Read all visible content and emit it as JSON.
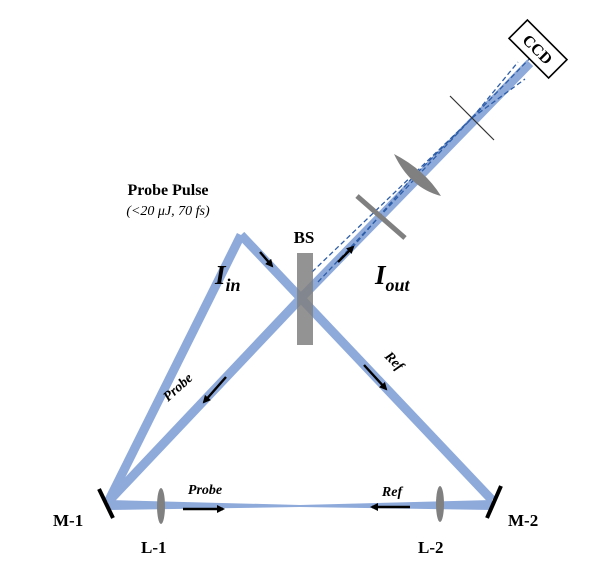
{
  "labels": {
    "probe_pulse_title": "Probe Pulse",
    "probe_pulse_params": "(<20 μJ, 70 fs)",
    "bs": "BS",
    "i_in_main": "I",
    "i_in_sub": "in",
    "i_out_main": "I",
    "i_out_sub": "out",
    "probe_diag": "Probe",
    "ref_diag": "Ref",
    "probe_bottom": "Probe",
    "ref_bottom": "Ref",
    "m1": "M-1",
    "m2": "M-2",
    "l1": "L-1",
    "l2": "L-2",
    "ccd": "CCD"
  },
  "colors": {
    "beam": "#8eaadb",
    "optics_gray": "#808080",
    "dashed_ray": "#2e5ea8",
    "arrow": "#000000"
  }
}
